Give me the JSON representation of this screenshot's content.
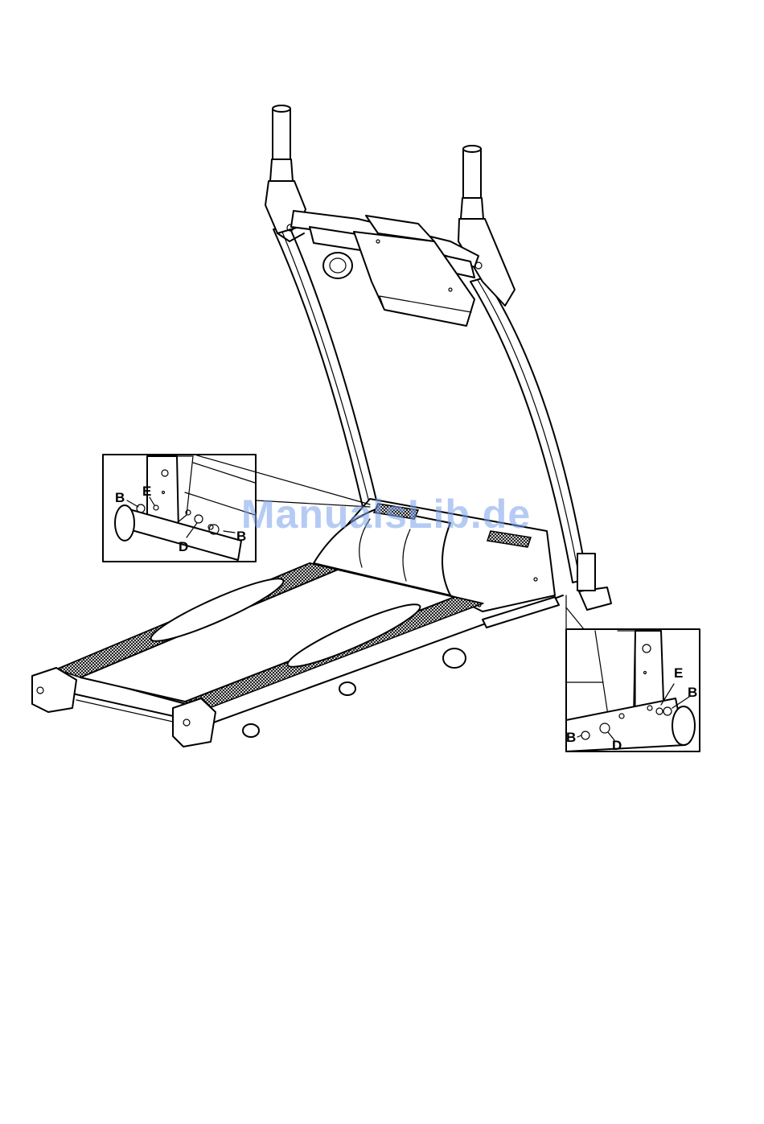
{
  "watermark": {
    "text": "ManualsLib.de",
    "color": "#78a0eb"
  },
  "callouts": {
    "left": {
      "b_top": "B",
      "e": "E",
      "d": "D",
      "b_bottom": "B"
    },
    "right": {
      "e": "E",
      "b_top": "B",
      "b_bottom": "B",
      "d": "D"
    }
  }
}
